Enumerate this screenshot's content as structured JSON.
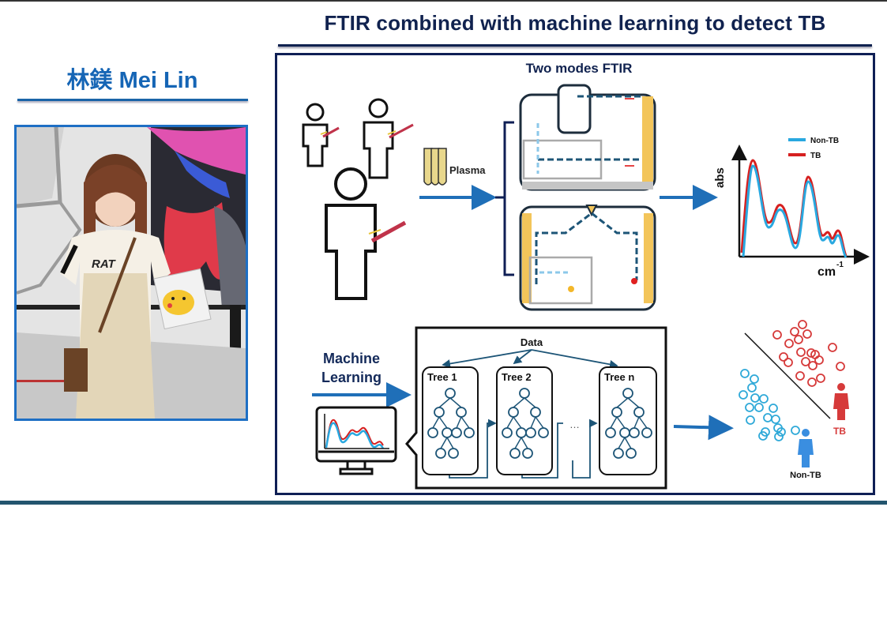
{
  "profile": {
    "name": "林鎂 Mei Lin",
    "photo_alt": "photo-of-mei-lin"
  },
  "figure": {
    "title": "FTIR combined with machine learning to detect TB",
    "ftir_section_title": "Two modes FTIR",
    "plasma_label": "Plasma",
    "spectrum": {
      "y_axis_label": "abs",
      "x_axis_label": "cm",
      "x_axis_superscript": "-1",
      "legend": [
        {
          "label": "Non-TB",
          "color": "#29a8e0"
        },
        {
          "label": "TB",
          "color": "#d62020"
        }
      ]
    },
    "machine_learning_label_line1": "Machine",
    "machine_learning_label_line2": "Learning",
    "random_forest": {
      "data_label": "Data",
      "trees": [
        "Tree 1",
        "Tree 2",
        "Tree n"
      ],
      "ellipsis": "…"
    },
    "classification": {
      "tb_label": "TB",
      "non_tb_label": "Non-TB",
      "tb_color": "#d63a3a",
      "non_tb_color": "#2fa9d8"
    }
  },
  "colors": {
    "title_navy": "#10224f",
    "name_blue": "#1565b5",
    "arrow_blue": "#1f6fb8",
    "path_dark": "#1d5577",
    "path_light": "#8cc8ea",
    "instrument_yellow": "#f3c55a"
  }
}
